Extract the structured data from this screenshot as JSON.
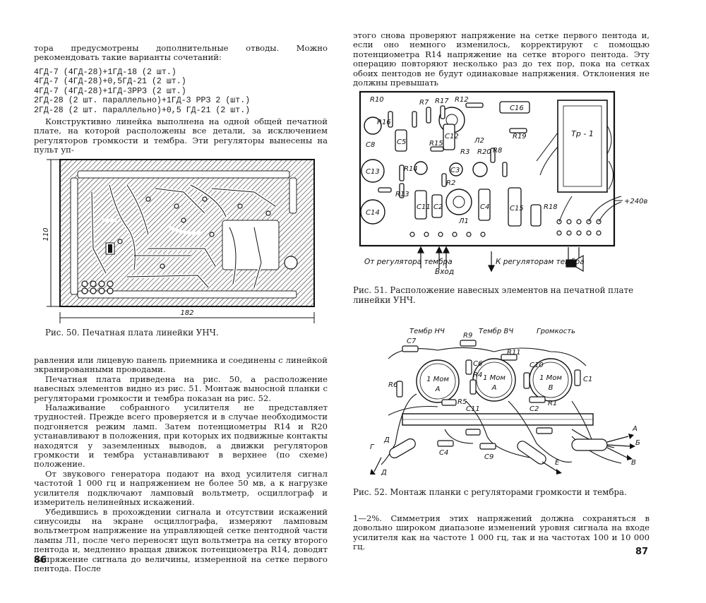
{
  "left": {
    "intro": "тора предусмотрены дополнительные отводы. Можно рекомендовать такие варианты сочетаний:",
    "combos": [
      "4ГД-7 (4ГД-28)+1ГД-18 (2 шт.)",
      "4ГД-7 (4ГД-28)+0,5ГД-21 (2 шт.)",
      "4ГД-7 (4ГД-28)+1ГД-3РРЗ (2 шт.)",
      "2ГД-28 (2 шт. параллельно)+1ГД-3 РРЗ 2 (шт.)",
      "2ГД-28 (2 шт. параллельно)+0,5 ГД-21 (2 шт.)"
    ],
    "para_construct": "Конструктивно линейка выполнена на одной общей печатной плате, на которой расположены все детали, за исключением регуляторов громкости и тембра. Эти регуляторы вынесены на пульт уп-",
    "fig50": {
      "dim_height": "110",
      "dim_width": "182",
      "caption": "Рис. 50. Печатная плата линейки УНЧ."
    },
    "para_cont": "равления или лицевую панель приемника и соединены с линейкой экранированными проводами.",
    "para_plate": "Печатная плата приведена на рис. 50, а расположение навесных элементов видно из рис. 51. Монтаж выносной планки с регуляторами громкости и тембра показан на рис. 52.",
    "para_adjust": "Налаживание собранного усилителя не представляет трудностей. Прежде всего проверяется и в случае необходимости подгоняется режим ламп. Затем потенциометры R14 и R20 устанавливают в положения, при которых их подвижные контакты находятся у заземленных выводов, а движки регуляторов громкости и тембра устанавливают в верхнее (по схеме) положение.",
    "para_gen": "От звукового генератора подают на вход усилителя сигнал частотой 1 000 гц и напряжением не более 50 мв, а к нагрузке усилителя подключают ламповый вольтметр, осциллограф и измеритель нелинейных искажений.",
    "para_ensure": "Убедившись в прохождении сигнала и отсутствии искажений синусоиды на экране осциллографа, измеряют ламповым вольтметром напряжение на управляющей сетке пентодной части лампы Л1, после чего переносят щуп вольтметра на сетку второго пентода и, медленно вращая движок потенциометра R14, доводят напряжение сигнала до величины, измеренной на сетке первого пентода. После",
    "page_number": "86"
  },
  "right": {
    "top_text": "этого снова проверяют напряжение на сетке первого пентода и, если оно немного изменилось, корректируют с помощью потенциометра R14 напряжение на сетке второго пентода. Эту операцию повторяют несколько раз до тех пор, пока на сетках обоих пентодов не будут одинаковые напряжения. Отклонения не должны превышать",
    "fig51": {
      "labels": {
        "R10": "R10",
        "R16": "R16",
        "R7": "R7",
        "R17": "R17",
        "R12": "R12",
        "C16": "C16",
        "C8": "C8",
        "C5": "C5",
        "C12": "C12",
        "L2": "Л2",
        "R19": "R19",
        "C13": "C13",
        "R15": "R15",
        "R3": "R3",
        "R20": "R20",
        "R8": "R8",
        "R14": "R14",
        "C3": "C3",
        "R2": "R2",
        "R13": "R13",
        "C14": "C14",
        "C11": "C11",
        "C2": "C2",
        "L1": "Л1",
        "C4": "C4",
        "C15": "C15",
        "R18": "R18",
        "Tr": "Тр - 1",
        "v240": "+240в"
      },
      "arrow_from_reg": "От регулятора тембра",
      "arrow_in": "Вход",
      "arrow_to_reg": "К регуляторам тембра",
      "caption": "Рис. 51. Расположение навесных элементов на печатной плате линейки УНЧ."
    },
    "fig52": {
      "head_lf": "Тембр НЧ",
      "head_hf": "Тембр ВЧ",
      "head_vol": "Громкость",
      "pot1": "1 Мом",
      "pot1_letter": "А",
      "pot2": "1 Мом",
      "pot2_letter": "А",
      "pot3": "1 Мом",
      "pot3_letter": "В",
      "labels": {
        "C7": "C7",
        "R9": "R9",
        "C6": "C6",
        "R6": "R6",
        "R4": "R4",
        "R11": "R11",
        "C10": "C10",
        "C1": "C1",
        "R5": "R5",
        "R1": "R1",
        "C11": "C11",
        "C2": "C2",
        "C4": "C4",
        "C9": "C9",
        "G": "Г",
        "D": "Д",
        "D2": "Д",
        "E": "Е",
        "A": "А",
        "B": "Б",
        "V": "В"
      },
      "caption": "Рис. 52. Монтаж планки с регуляторами громкости и тембра."
    },
    "bottom_text": "1—2%. Симметрия этих напряжений должна сохраняться в довольно широком диапазоне изменений уровня сигнала на входе усилителя как на частоте 1 000 гц, так и на частотах 100 и 10 000 гц.",
    "page_number": "87"
  }
}
